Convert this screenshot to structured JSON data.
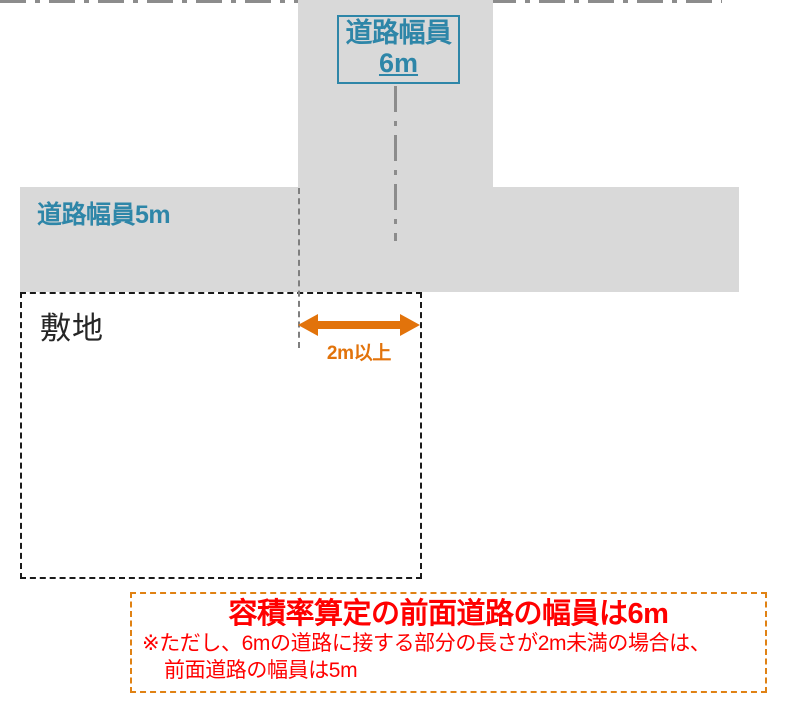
{
  "diagram": {
    "title_semantic": "front-road-width-determination-diagram",
    "roads": {
      "vertical_road": {
        "label_line1": "道路幅員",
        "label_line2": "6m",
        "fill_color": "#d9d9d9",
        "label_color": "#2e86a8"
      },
      "horizontal_road": {
        "label": "道路幅員5m",
        "fill_color": "#d9d9d9",
        "label_color": "#2e86a8"
      }
    },
    "site": {
      "label": "敷地",
      "border_style": "dashed",
      "border_color": "#1a1a1a",
      "label_color": "#262626"
    },
    "dimension": {
      "label": "2m以上",
      "arrow_color": "#e2730b",
      "label_color": "#e2730b"
    },
    "note": {
      "title": "容積率算定の前面道路の幅員は6m",
      "line_1": "※ただし、6mの道路に接する部分の長さが2m未満の場合は、",
      "line_2": "前面道路の幅員は5m",
      "text_color": "#ff0000",
      "border_color": "#e08214"
    }
  }
}
